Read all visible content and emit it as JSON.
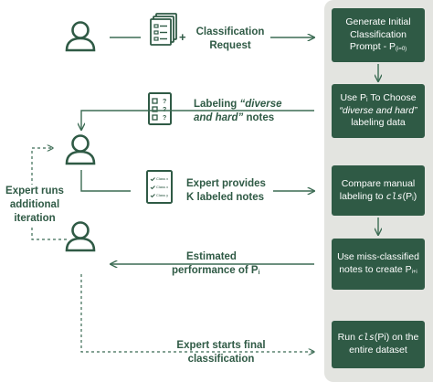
{
  "inputs": {
    "classification_request": [
      "Classification",
      "Request"
    ],
    "plus_sign": "+",
    "labeling": {
      "prefix": "Labeling ",
      "diverse_hard": "“diverse",
      "line2_italic": "and hard”",
      "line2_rest": " notes"
    },
    "expert_provides": [
      "Expert provides",
      "K labeled notes"
    ],
    "estimated": {
      "line1": "Estimated",
      "line2_prefix": "performance of  P",
      "line2_sub": "i"
    },
    "final": [
      "Expert starts final",
      "classification"
    ],
    "iteration": [
      "Expert runs",
      "additional",
      "iteration"
    ]
  },
  "checklist_small": [
    "Class x",
    "Class x",
    "Class y"
  ],
  "question_mark": "?",
  "steps": {
    "s1": {
      "line1": "Generate Initial",
      "line2": "Classification",
      "line3_prefix": "Prompt - P",
      "line3_sub": "(i=0)"
    },
    "s2": {
      "line1_prefix": "Use P",
      "line1_sub": "i",
      "line1_rest": " To Choose",
      "line2_italic": "“diverse and hard”",
      "line3": "labeling data"
    },
    "s3": {
      "line1": "Compare manual",
      "line2_prefix": "labeling to ",
      "line2_mono": "cls",
      "line2_rest": "(P",
      "line2_sub": "i",
      "line2_end": ")"
    },
    "s4": {
      "line1": "Use miss-classified",
      "line2_prefix": "notes to create P",
      "line2_sub": "i+i"
    },
    "s5": {
      "line1_prefix": "Run ",
      "line1_mono": "cls",
      "line1_rest": "(Pi) on the",
      "line2": "entire dataset"
    }
  },
  "colors": {
    "primary": "#2f5a45",
    "panel": "#e3e4e0",
    "arrow": "#3b6b53"
  },
  "icons": [
    "person-icon",
    "document-stack-icon",
    "checklist-question-icon",
    "checklist-class-icon"
  ]
}
